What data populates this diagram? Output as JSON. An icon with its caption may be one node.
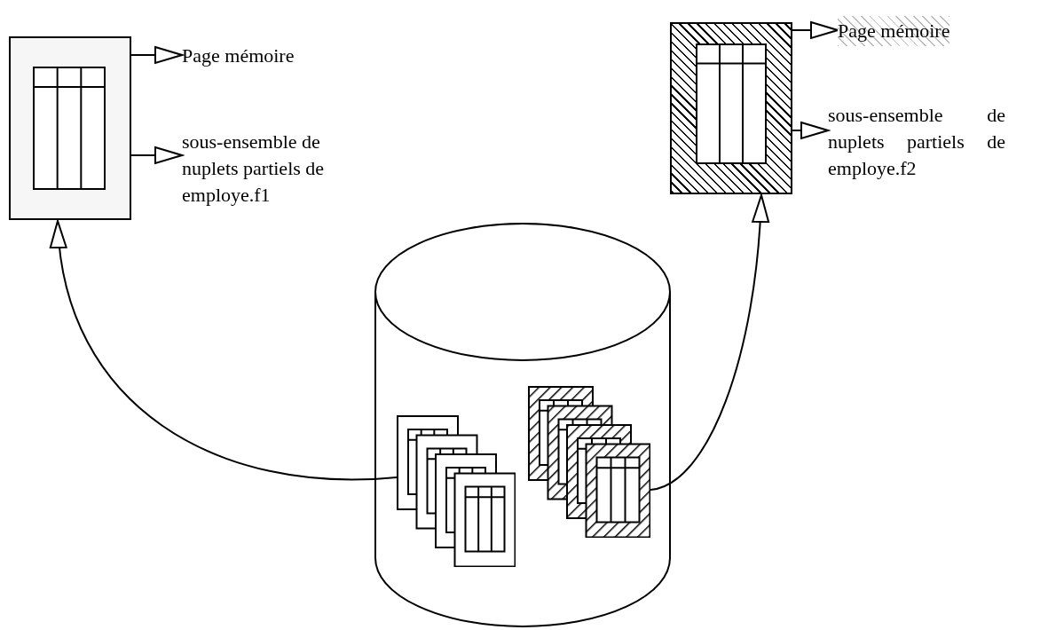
{
  "diagram": {
    "nodes": [
      {
        "text": [],
        "shape": "box"
      },
      {
        "text": [],
        "shape": "box",
        "in": 0
      },
      {
        "text": [
          "Page mémoire"
        ]
      },
      {
        "text": [
          "sous-ensemble de nuplets partiels de employe.f1"
        ]
      },
      {
        "text": [],
        "shape": "box"
      },
      {
        "text": [],
        "shape": "box",
        "in": 4
      },
      {
        "text": [
          "Page mémoire"
        ]
      },
      {
        "text": [
          "sous-ensemble de nuplets partiels de employe.f2"
        ]
      },
      {
        "text": [],
        "shape": "cylinder"
      },
      {
        "text": [],
        "shape": "picture",
        "in": 8
      },
      {
        "text": [],
        "shape": "picture",
        "in": 8
      }
    ],
    "edges": [
      {
        "from": 0,
        "to": 2,
        "arrow": "to"
      },
      {
        "from": 1,
        "to": 3,
        "arrow": "to"
      },
      {
        "from": 4,
        "to": 6,
        "arrow": "to"
      },
      {
        "from": 5,
        "to": 7,
        "arrow": "to"
      },
      {
        "from": 9,
        "to": 0,
        "arrow": "to"
      },
      {
        "from": 10,
        "to": 4,
        "arrow": "to"
      }
    ]
  }
}
